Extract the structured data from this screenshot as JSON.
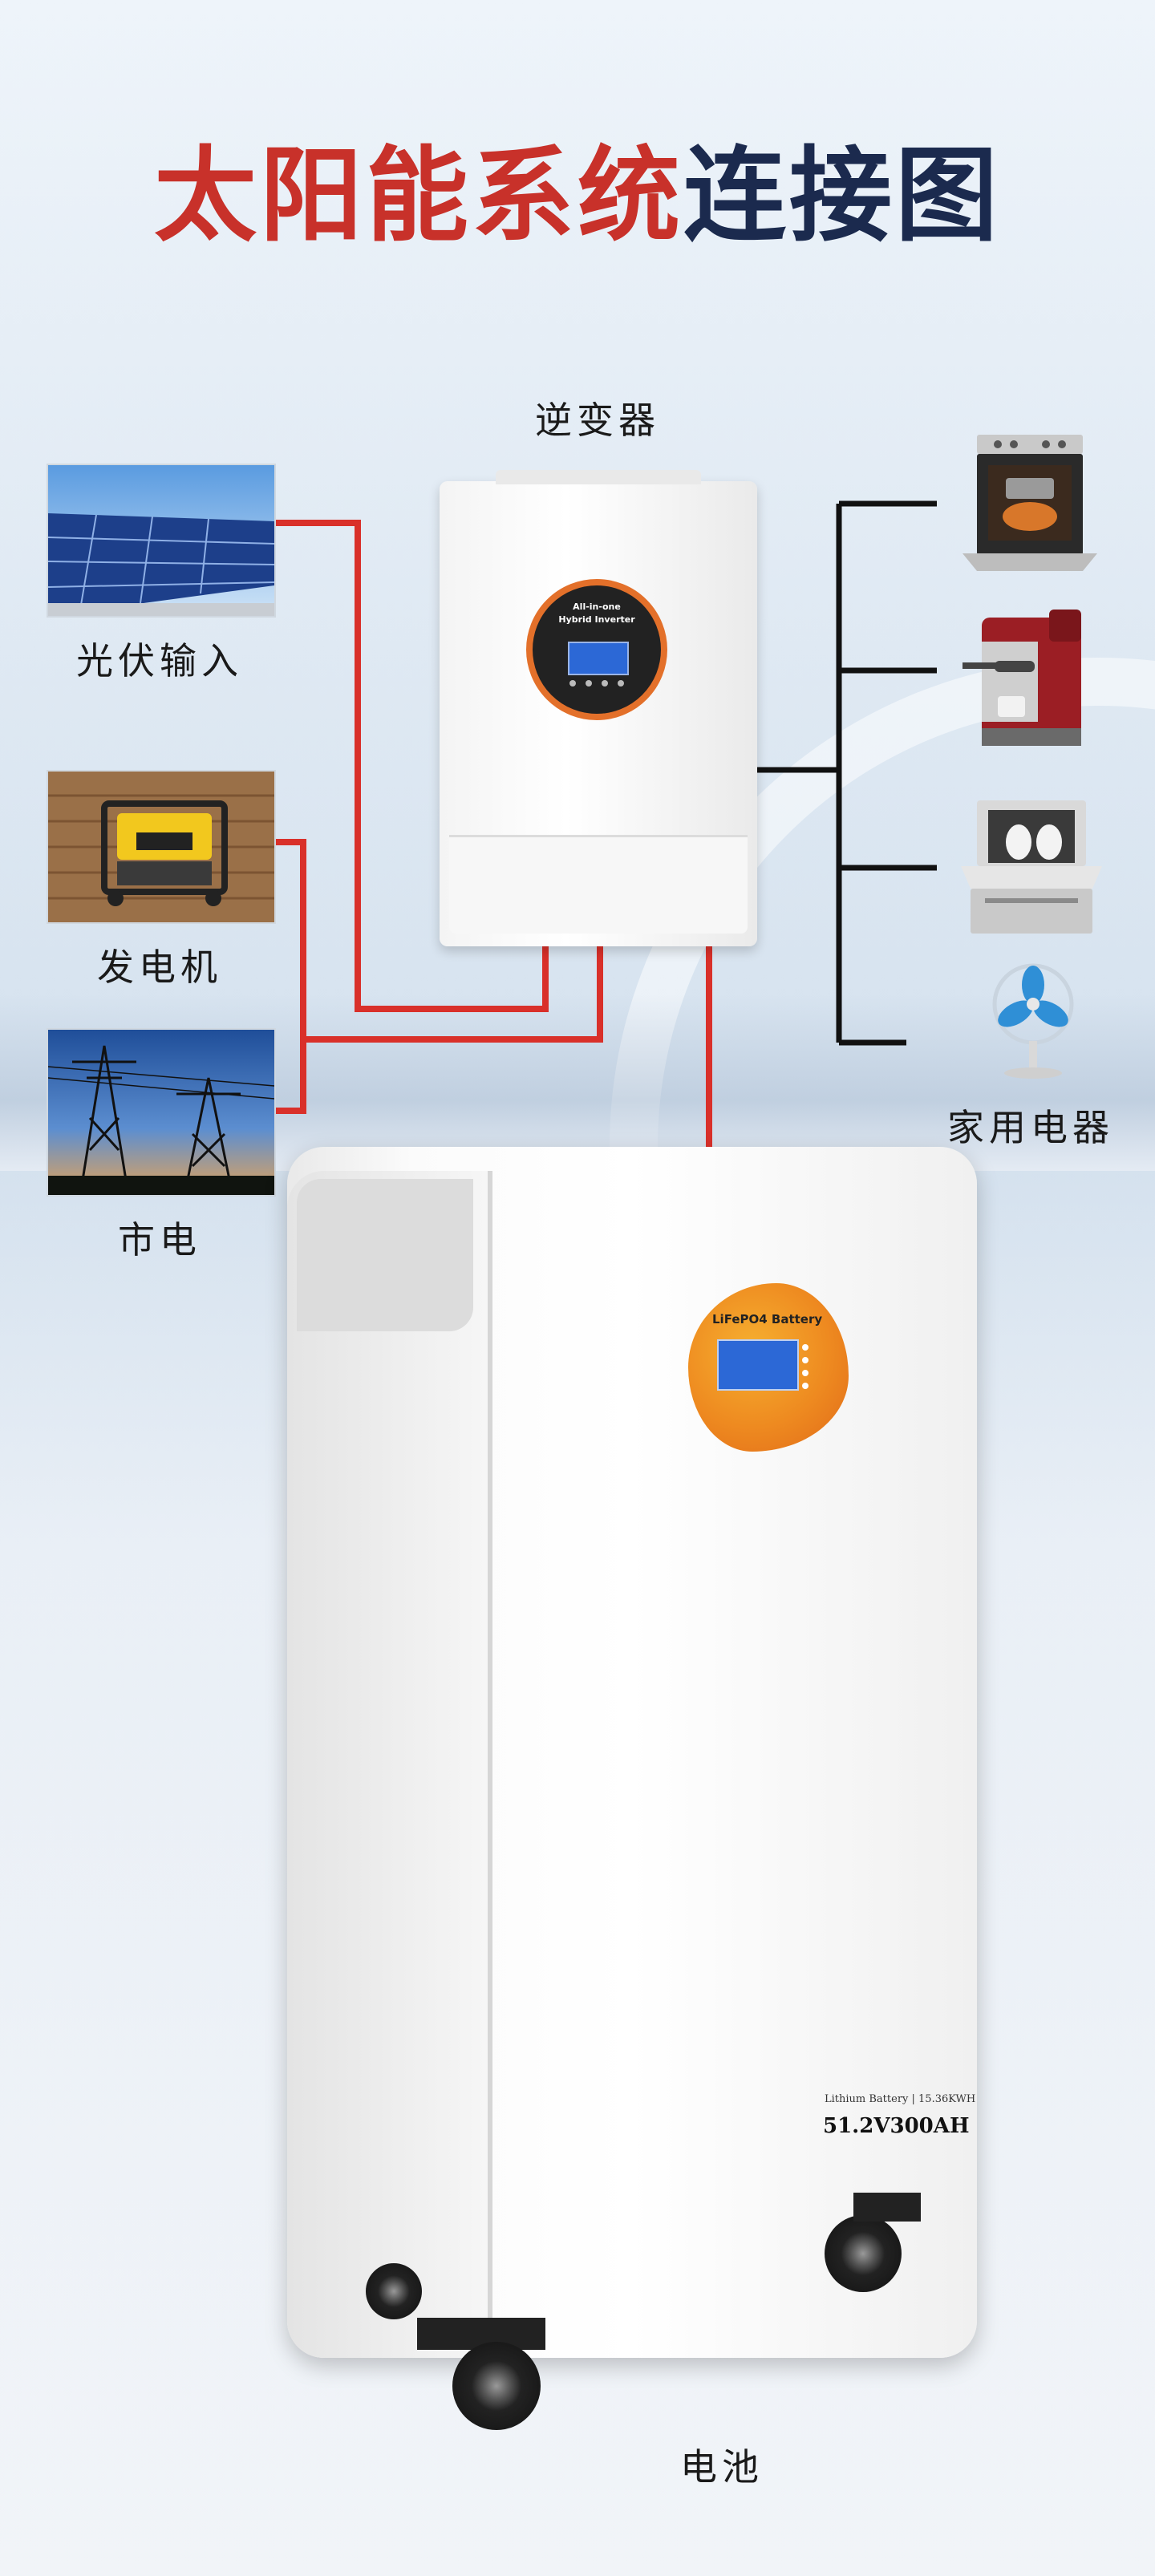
{
  "title": {
    "part1": "太阳能系统",
    "part2": "连接图"
  },
  "labels": {
    "inverter": "逆变器",
    "pv_input": "光伏输入",
    "generator": "发电机",
    "grid": "市电",
    "home_appliances": "家用电器",
    "battery": "电池"
  },
  "inverter": {
    "brand_line1": "All-in-one",
    "brand_line2": "Hybrid Inverter"
  },
  "battery_unit": {
    "brand": "LiFePO4 Battery",
    "small_print": "Lithium Battery | 15.36KWH",
    "rating": "51.2V300AH"
  },
  "colors": {
    "title_red": "#c8312a",
    "title_navy": "#1b2a4e",
    "wire_red": "#d9302a",
    "wire_black": "#111111",
    "accent_orange": "#ee8a20"
  },
  "icons": [
    "solar-panel-icon",
    "generator-icon",
    "power-tower-icon",
    "oven-icon",
    "coffee-machine-icon",
    "dishwasher-icon",
    "electric-fan-icon"
  ]
}
